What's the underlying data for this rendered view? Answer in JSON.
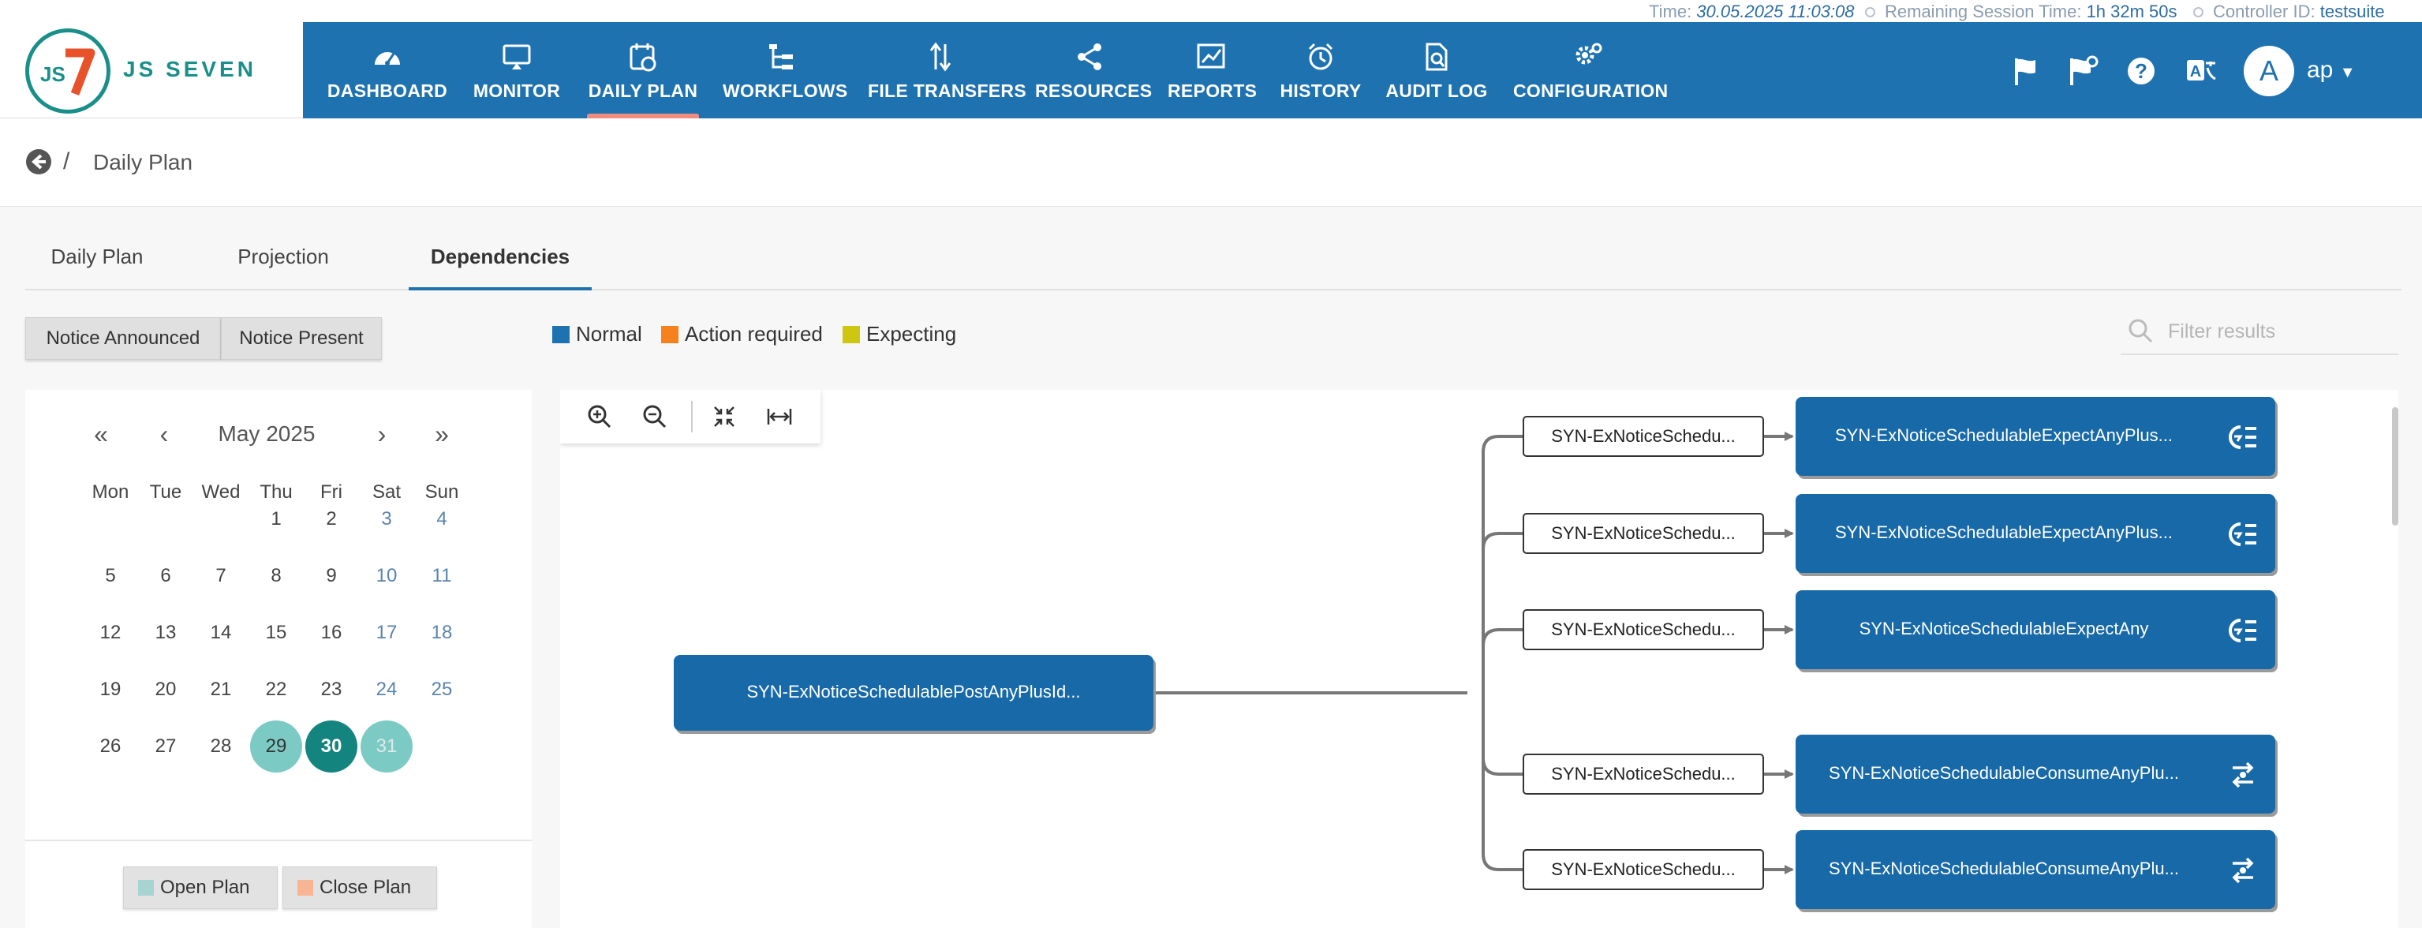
{
  "status": {
    "time_label": "Time: ",
    "time_value": "30.05.2025 11:03:08",
    "session_label": "Remaining Session Time: ",
    "session_value": "1h 32m 50s",
    "controller_label": "Controller ID: ",
    "controller_value": "testsuite"
  },
  "brand": {
    "name": "JS SEVEN"
  },
  "nav": {
    "dashboard": "DASHBOARD",
    "monitor": "MONITOR",
    "daily_plan": "DAILY PLAN",
    "workflows": "WORKFLOWS",
    "file_transfers": "FILE TRANSFERS",
    "resources": "RESOURCES",
    "reports": "REPORTS",
    "history": "HISTORY",
    "audit_log": "AUDIT LOG",
    "configuration": "CONFIGURATION"
  },
  "user": {
    "initial": "A",
    "name": "ap"
  },
  "breadcrumb": {
    "separator": "/",
    "title": "Daily Plan"
  },
  "tabs": {
    "daily_plan": "Daily Plan",
    "projection": "Projection",
    "dependencies": "Dependencies"
  },
  "toggles": {
    "announced": "Notice Announced",
    "present": "Notice Present"
  },
  "legend": {
    "normal": "Normal",
    "normal_color": "#1f72b0",
    "action": "Action required",
    "action_color": "#f5821f",
    "expecting": "Expecting",
    "expecting_color": "#cdc712"
  },
  "search": {
    "placeholder": "Filter results"
  },
  "calendar": {
    "month": "May 2025",
    "weekdays": [
      "Mon",
      "Tue",
      "Wed",
      "Thu",
      "Fri",
      "Sat",
      "Sun"
    ],
    "weeks": [
      [
        "",
        "",
        "",
        "1",
        "2",
        "3",
        "4"
      ],
      [
        "5",
        "6",
        "7",
        "8",
        "9",
        "10",
        "11"
      ],
      [
        "12",
        "13",
        "14",
        "15",
        "16",
        "17",
        "18"
      ],
      [
        "19",
        "20",
        "21",
        "22",
        "23",
        "24",
        "25"
      ],
      [
        "26",
        "27",
        "28",
        "29",
        "30",
        "31",
        ""
      ]
    ],
    "highlighted": [
      "29",
      "31"
    ],
    "selected": "30",
    "open_plan": "Open Plan",
    "open_plan_color": "#a5d4d3",
    "close_plan": "Close Plan",
    "close_plan_color": "#f7b593"
  },
  "graph": {
    "source": "SYN-ExNoticeSchedulablePostAnyPlusId...",
    "notices": [
      "SYN-ExNoticeSchedu...",
      "SYN-ExNoticeSchedu...",
      "SYN-ExNoticeSchedu...",
      "SYN-ExNoticeSchedu...",
      "SYN-ExNoticeSchedu..."
    ],
    "targets": [
      {
        "label": "SYN-ExNoticeSchedulableExpectAnyPlus...",
        "icon": "expect-notice-icon"
      },
      {
        "label": "SYN-ExNoticeSchedulableExpectAnyPlus...",
        "icon": "expect-notice-icon"
      },
      {
        "label": "SYN-ExNoticeSchedulableExpectAny",
        "icon": "expect-notice-icon"
      },
      {
        "label": "SYN-ExNoticeSchedulableConsumeAnyPlu...",
        "icon": "consume-notice-icon"
      },
      {
        "label": "SYN-ExNoticeSchedulableConsumeAnyPlu...",
        "icon": "consume-notice-icon"
      }
    ]
  }
}
